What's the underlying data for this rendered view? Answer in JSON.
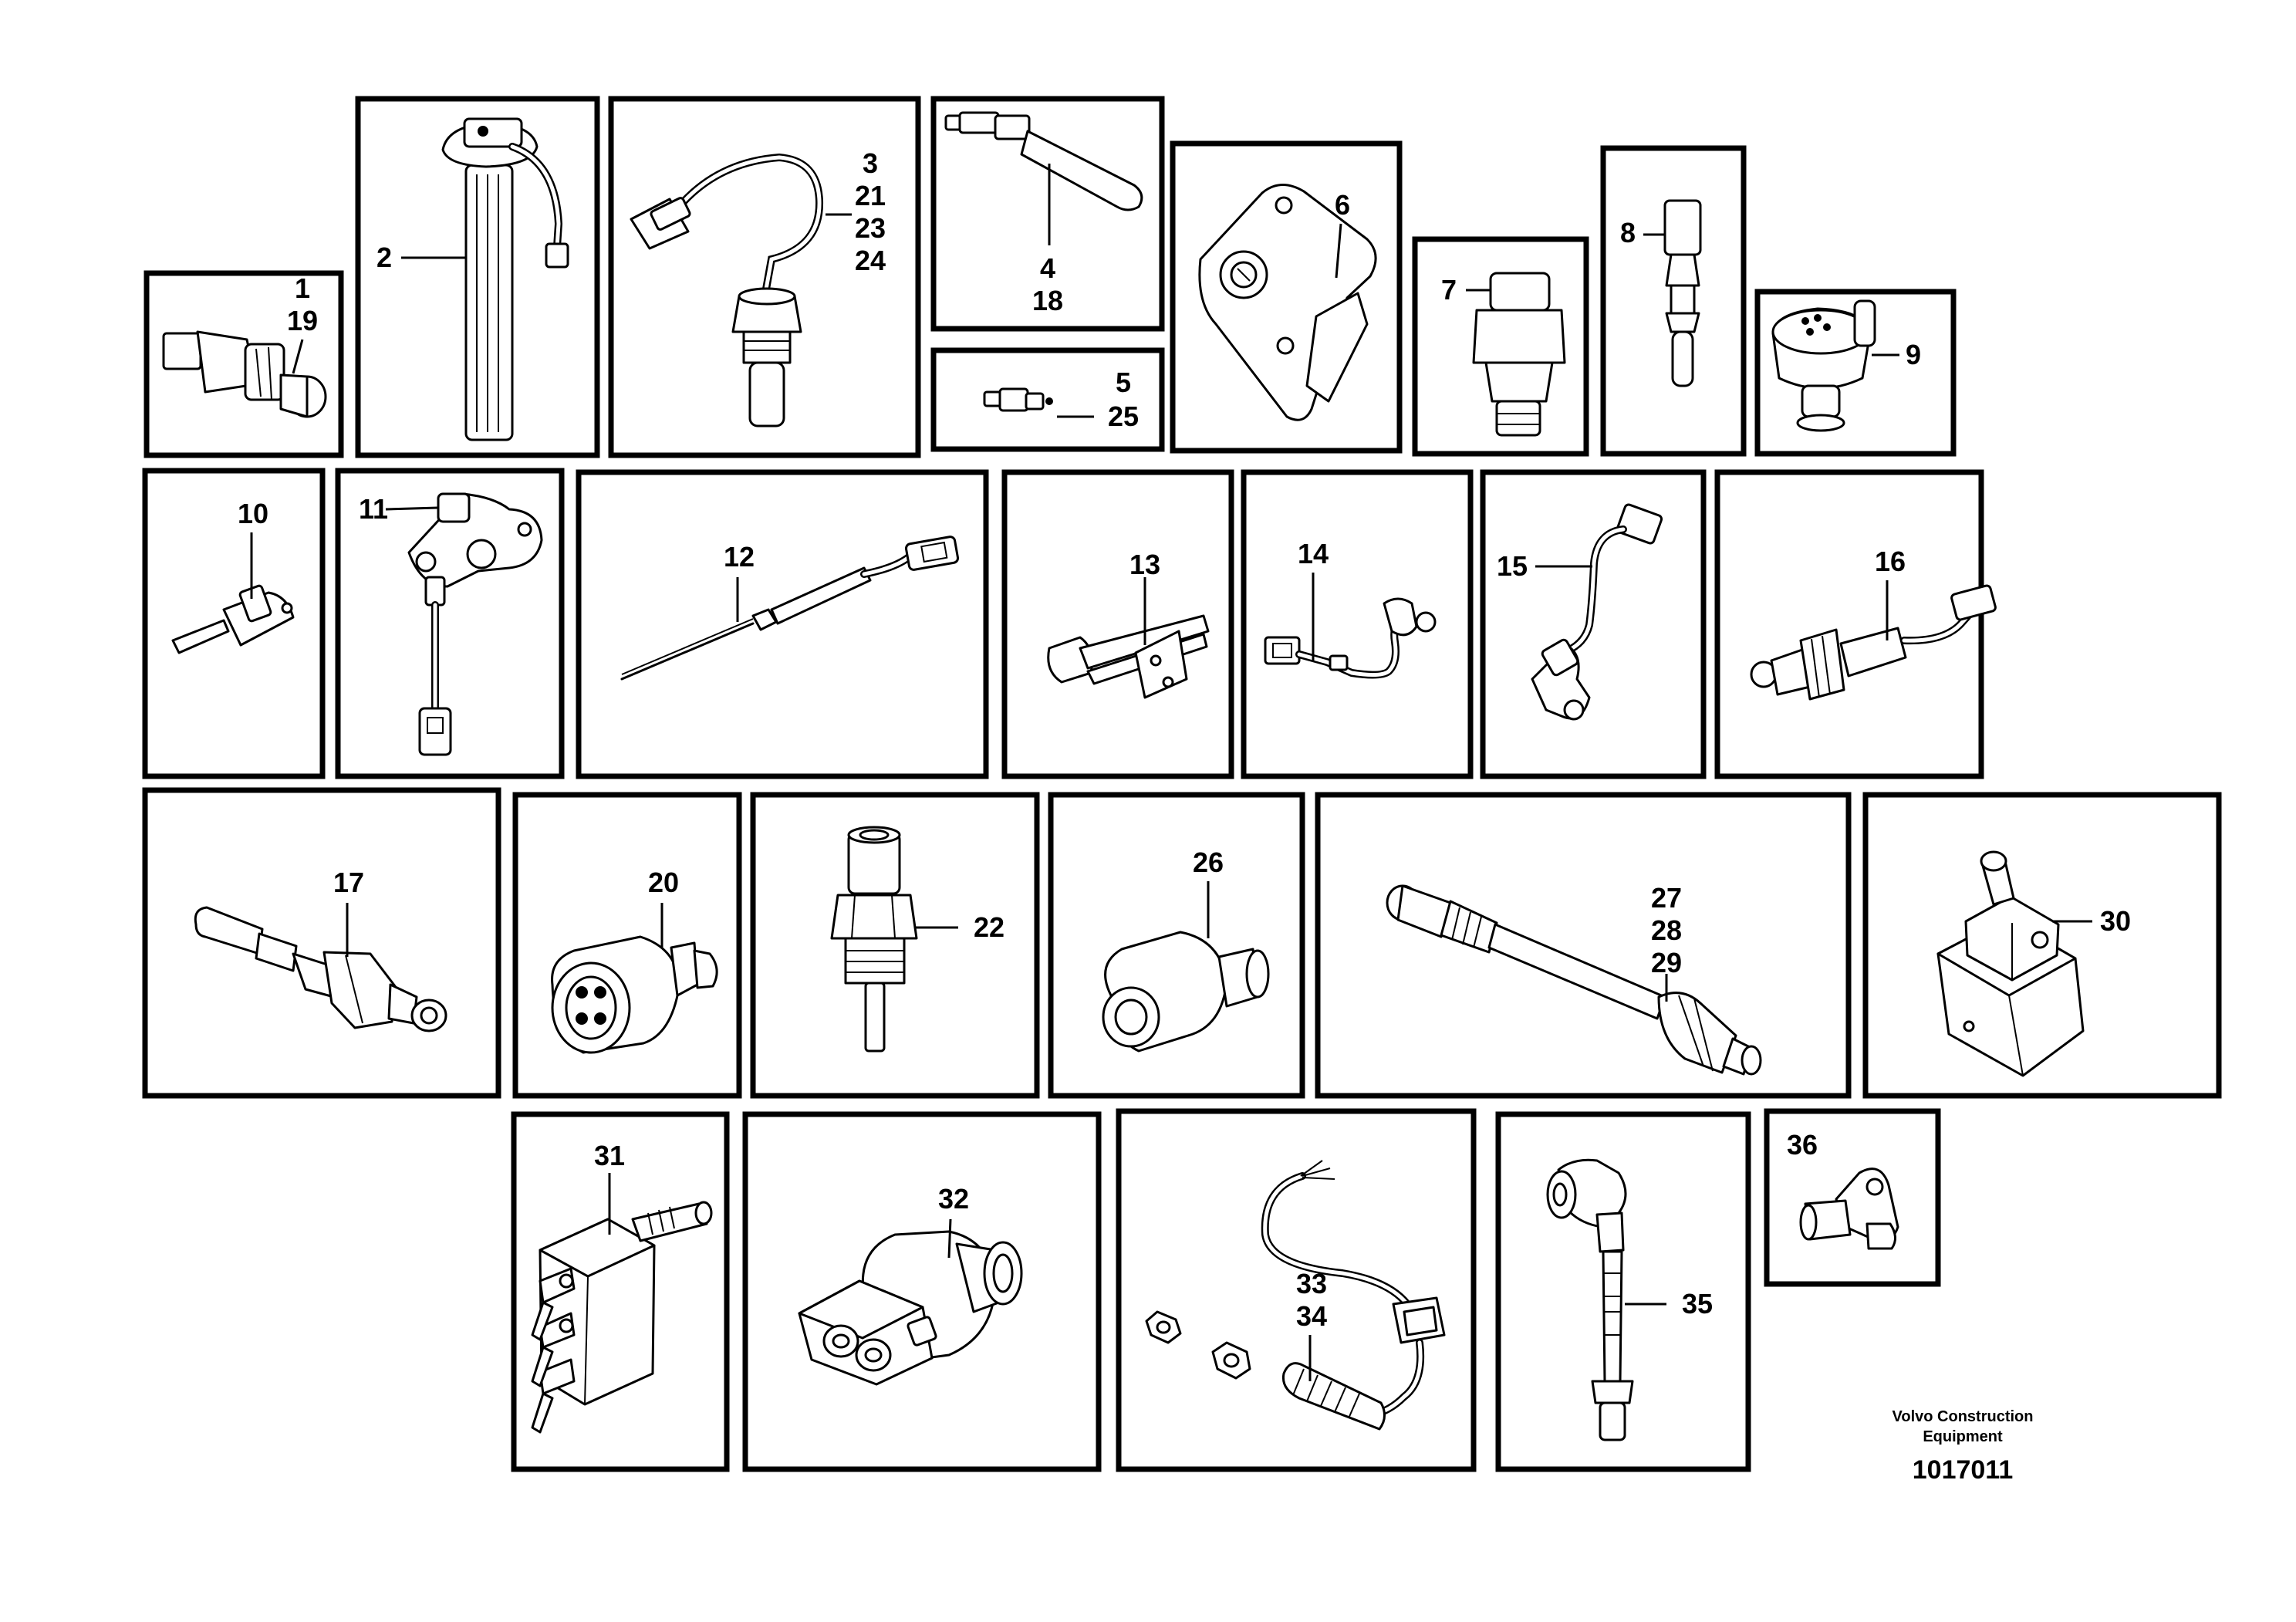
{
  "callouts": {
    "c1": "1",
    "c19": "19",
    "c2": "2",
    "c3": "3",
    "c21": "21",
    "c23": "23",
    "c24": "24",
    "c4": "4",
    "c18": "18",
    "c5": "5",
    "c25": "25",
    "c6": "6",
    "c7": "7",
    "c8": "8",
    "c9": "9",
    "c10": "10",
    "c11": "11",
    "c12": "12",
    "c13": "13",
    "c14": "14",
    "c15": "15",
    "c16": "16",
    "c17": "17",
    "c20": "20",
    "c22": "22",
    "c26": "26",
    "c27": "27",
    "c28": "28",
    "c29": "29",
    "c30": "30",
    "c31": "31",
    "c32": "32",
    "c33": "33",
    "c34": "34",
    "c35": "35",
    "c36": "36"
  },
  "footer": {
    "brand_line1": "Volvo Construction",
    "brand_line2": "Equipment",
    "drawing_number": "1017011"
  }
}
